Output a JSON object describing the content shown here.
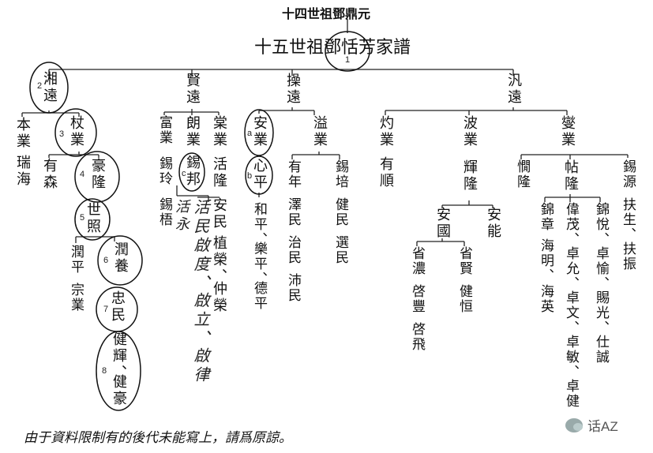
{
  "header": {
    "generation14": "十四世祖鄧鼎元",
    "generation15": "十五世祖鄧恬芳家譜"
  },
  "names": {
    "xiang_yuan": "湘遠",
    "xian_yuan": "賢遠",
    "cao_yuan": "操遠",
    "fan_yuan": "汎遠",
    "ben_ye": "本業",
    "rui_hai": "瑞海",
    "zhang_ye": "杖業",
    "you_sen": "有森",
    "hao_long": "豪隆",
    "shi_zhao": "世照",
    "run_ping": "潤平",
    "zong_ye": "宗業",
    "run_yang": "潤養",
    "zhong_min": "忠民",
    "jian_hui": "健輝、",
    "jian_hao": "健豪",
    "fu_ye": "富業",
    "xi_ling": "錫玲",
    "xi_wu": "錫梧",
    "lang_ye": "朗業",
    "xi_bang": "錫邦",
    "huo_yong": "活永",
    "rong_ye": "棠業",
    "huo_long": "活隆",
    "an_min": "安民",
    "zhi_rong": "植榮、",
    "zhong_rong": "仲榮",
    "hw_huo_min": "活民",
    "hw_qi_du": "啟度、",
    "hw_qi_li": "啟立、",
    "hw_qi_lu": "啟律",
    "an_ye": "安業",
    "xin_ping": "心平",
    "he_ping": "和平、",
    "le_ping": "樂平、",
    "de_ping": "德平",
    "yi_ye": "溢業",
    "you_nian": "有年",
    "ze_min": "澤民",
    "zhi_min": "治民",
    "pei_min": "沛民",
    "xi_pei": "錫培",
    "jian_min": "健民",
    "xuan_min": "選民",
    "zhuo_ye": "灼業",
    "you_shun": "有順",
    "bo_ye": "波業",
    "hui_long": "輝隆",
    "an_guo": "安國",
    "an_neng": "安能",
    "sheng_nong": "省濃",
    "qi_feng": "啓豐",
    "qi_fei": "啓飛",
    "sheng_xian": "省賢",
    "jian_heng": "健恒",
    "xie_ye": "燮業",
    "xian_long": "憪隆",
    "tie_long": "帖隆",
    "jin_zhang": "錦章",
    "hai_ming": "海明、",
    "hai_ying": "海英",
    "wei_mao": "偉茂、",
    "zhuo_yun": "卓允、",
    "zhuo_wen": "卓文、",
    "zhuo_min": "卓敏、",
    "zhuo_jian": "卓健",
    "jin_yue": "錦悅、",
    "zhuo_yu": "卓愉、",
    "ci_guang": "賜光、",
    "shi_cheng": "仕誠",
    "xi_yuan": "錫源",
    "fu_sheng": "扶生、",
    "fu_zhen": "扶振"
  },
  "markers": [
    "1",
    "2",
    "3",
    "4",
    "5",
    "6",
    "7",
    "8",
    "a",
    "b",
    "c"
  ],
  "footnote": "由于資料限制有的後代未能寫上，請爲原諒。",
  "watermark": "话AZ",
  "colors": {
    "ink": "#111111",
    "background": "#ffffff"
  }
}
